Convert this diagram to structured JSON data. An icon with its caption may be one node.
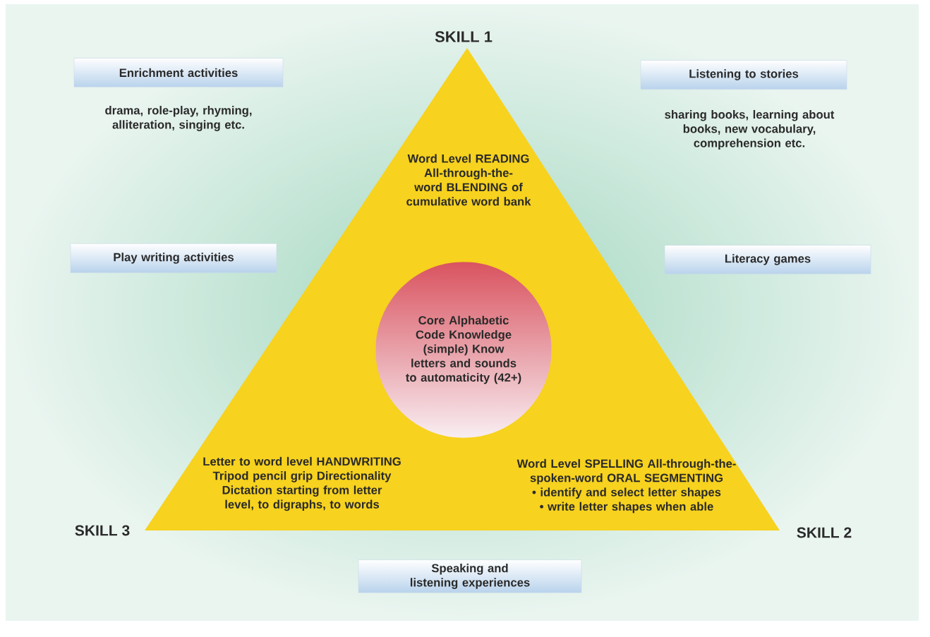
{
  "diagram": {
    "nodes": [
      {
        "text": [
          "Enrichment activities"
        ],
        "beside": [
          "drama, role-play, rhyming, alliteration, singing etc."
        ]
      },
      {
        "text": [
          "Listening to stories"
        ],
        "beside": [
          "sharing books, learning about books, new vocabulary, comprehension etc."
        ]
      },
      {
        "text": [
          "Play writing activities"
        ]
      },
      {
        "text": [
          "Literacy games"
        ]
      },
      {
        "text": [
          "Word Level READING All-through-the-word BLENDING of cumulative word bank",
          "Letter to word level HANDWRITING Tripod pencil grip Directionality Dictation starting from letter level, to digraphs, to words",
          "Word Level SPELLING All-through-the-spoken-word ORAL SEGMENTING • identify and select letter shapes • write letter shapes when able"
        ]
      },
      {
        "text": [
          "Core Alphabetic Code Knowledge (simple) Know letters and sounds to automaticity (42+)"
        ],
        "in": 4
      },
      {
        "text": [
          "Speaking and listening experiences"
        ]
      }
    ],
    "labels": [
      "SKILL 1",
      "SKILL 3",
      "SKILL 2"
    ]
  }
}
